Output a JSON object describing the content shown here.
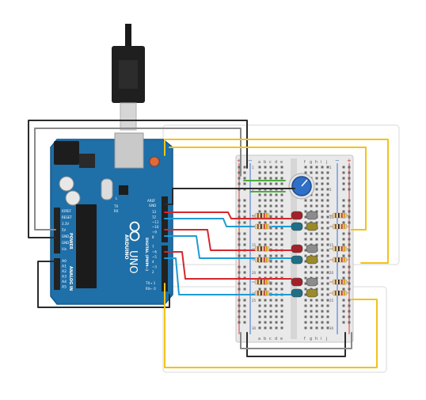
{
  "arduino": {
    "brand": "ARDUINO",
    "model": "UNO",
    "power_header": "POWER",
    "analog_header": "ANALOG IN",
    "digital_header": "DIGITAL (PWM~)",
    "aref": "AREF",
    "gnd": "GND",
    "tx": "TX→ 1",
    "rx": "RX← 0",
    "tx_led": "TX",
    "rx_led": "RX",
    "l_led": "L",
    "power_pins": [
      "IOREF",
      "RESET",
      "3.3V",
      "5V",
      "GND",
      "GND",
      "Vin"
    ],
    "analog_pins": [
      "A0",
      "A1",
      "A2",
      "A3",
      "A4",
      "A5"
    ],
    "digital_pins": [
      "13",
      "12",
      "~11",
      "~10",
      "~9",
      "8",
      "7",
      "~6",
      "~5",
      "4",
      "~3",
      "2"
    ]
  },
  "breadboard": {
    "columns": [
      "a",
      "b",
      "c",
      "d",
      "e",
      "f",
      "g",
      "h",
      "i",
      "j"
    ],
    "rows": [
      "1",
      "5",
      "10",
      "15",
      "20",
      "25",
      "30"
    ],
    "rail_plus": "+",
    "rail_minus": "−"
  },
  "colors": {
    "board": "#1f6fa8",
    "wire_red": "#d4272c",
    "wire_blue": "#1e9bd4",
    "wire_black": "#2b2b2b",
    "wire_yellow": "#f2c319",
    "wire_green": "#4caf3c",
    "led_red": "#a3202a",
    "led_blue": "#1e6e86",
    "led_gray": "#8c8c8c",
    "led_olive": "#9a8a28",
    "pot": "#2f6fc7"
  }
}
